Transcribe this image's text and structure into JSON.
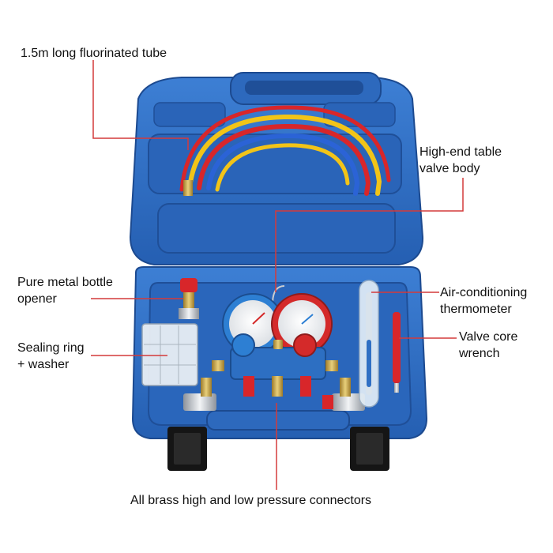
{
  "labels": {
    "tube": "1.5m long fluorinated tube",
    "valve_body": "High-end table\nvalve body",
    "bottle_opener": "Pure metal bottle\nopener",
    "thermometer": "Air-conditioning\nthermometer",
    "sealing": "Sealing ring\n+ washer",
    "wrench": "Valve core\nwrench",
    "connectors": "All brass high and low pressure connectors"
  },
  "colors": {
    "case_blue": "#2f6fc4",
    "case_dark": "#1f4f98",
    "hose_red": "#d8262a",
    "hose_blue": "#2b63d6",
    "hose_yellow": "#f2c418",
    "callout_line": "#d43a3a",
    "low_gauge": "#2d7fd3",
    "high_gauge": "#d42a2a"
  }
}
